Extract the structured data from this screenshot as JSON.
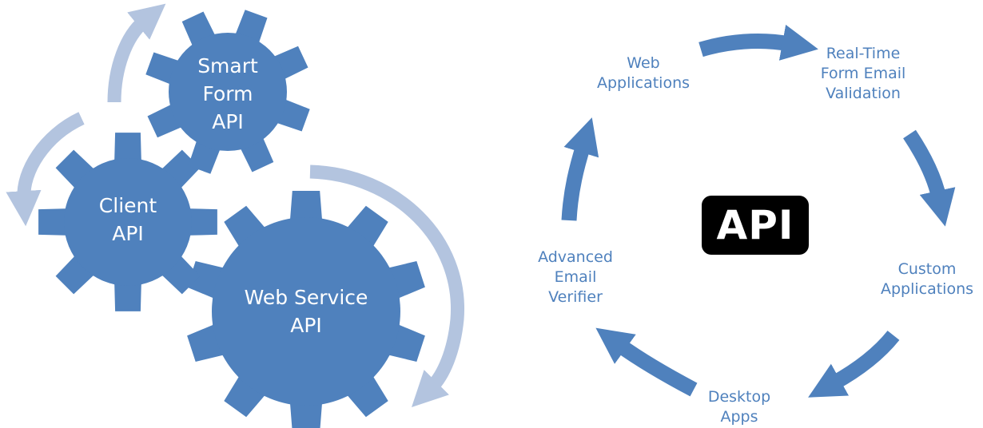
{
  "colors": {
    "gear": "#4f81bd",
    "light_arrow": "#b3c4df",
    "cycle_arrow": "#4f81bd",
    "cycle_text": "#4f81bd",
    "badge_bg": "#000000",
    "badge_text": "#ffffff"
  },
  "gears": {
    "smart_form": "Smart\nForm\nAPI",
    "client": "Client\nAPI",
    "web_service": "Web Service\nAPI"
  },
  "cycle": {
    "center": "API",
    "web_applications": "Web\nApplications",
    "real_time": "Real-Time\nForm Email\nValidation",
    "custom_applications": "Custom\nApplications",
    "desktop_apps": "Desktop\nApps",
    "advanced_verifier": "Advanced\nEmail\nVerifier"
  }
}
